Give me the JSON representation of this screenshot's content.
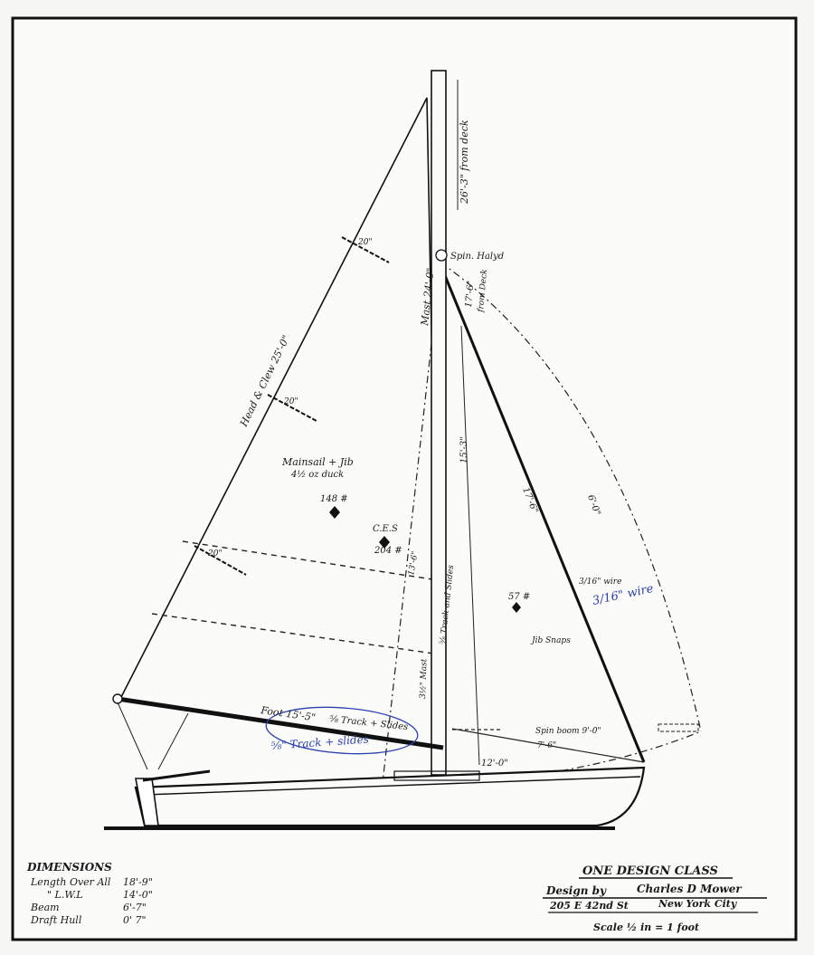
{
  "labels": {
    "mast_top_height": "26'-3\" from deck",
    "spin_halyard": "Spin. Halyd",
    "mast_height": "Mast 24'-0\"",
    "forestay_height": "17'-6\"",
    "forestay_from_deck": "from Deck",
    "mast_dim_15": "15'-3\"",
    "head_to_clew": "Head & Clew 25'-0\"",
    "mainsail_jib": "Mainsail + Jib",
    "mainsail_cloth": "4½ oz duck",
    "area_main": "148 #",
    "ces": "C.E.S",
    "area_total": "204 #",
    "area_jib": "57 #",
    "track_on_mast": "⅝ Track and Slides",
    "jib_wire": "3/16\" wire",
    "jib_wire_blue": "3/16\" wire",
    "jib_luff": "17'-6\"",
    "jib_leech": "6'-0\"",
    "jib_snaps": "Jib Snaps",
    "foot": "Foot 15'-5\"",
    "foot_track": "⅝ Track + Slides",
    "track_blue": "⅝\" Track + slides",
    "mast_lower": "3½\" Mast",
    "spin_boom": "Spin boom 9'-0\"",
    "jib_foot": "7'-6\"",
    "spin_foot": "12'-0\"",
    "batten_1": "20\"",
    "batten_2": "20\"",
    "batten_3": "20\"",
    "mast_dim_13": "13'-6\""
  },
  "dimensions": {
    "heading": "DIMENSIONS",
    "rows": [
      {
        "label": "Length Over All",
        "value": "18'-9\""
      },
      {
        "label": "\"   L.W.L",
        "value": "14'-0\""
      },
      {
        "label": "Beam",
        "value": "6'-7\""
      },
      {
        "label": "Draft Hull",
        "value": "0' 7\""
      }
    ]
  },
  "title_block": {
    "title": "ONE DESIGN CLASS",
    "design_by_prefix": "Design by",
    "designer": "Charles D Mower",
    "address_street": "205 E 42nd St",
    "address_city": "New York City",
    "scale": "Scale ½ in = 1 foot"
  }
}
